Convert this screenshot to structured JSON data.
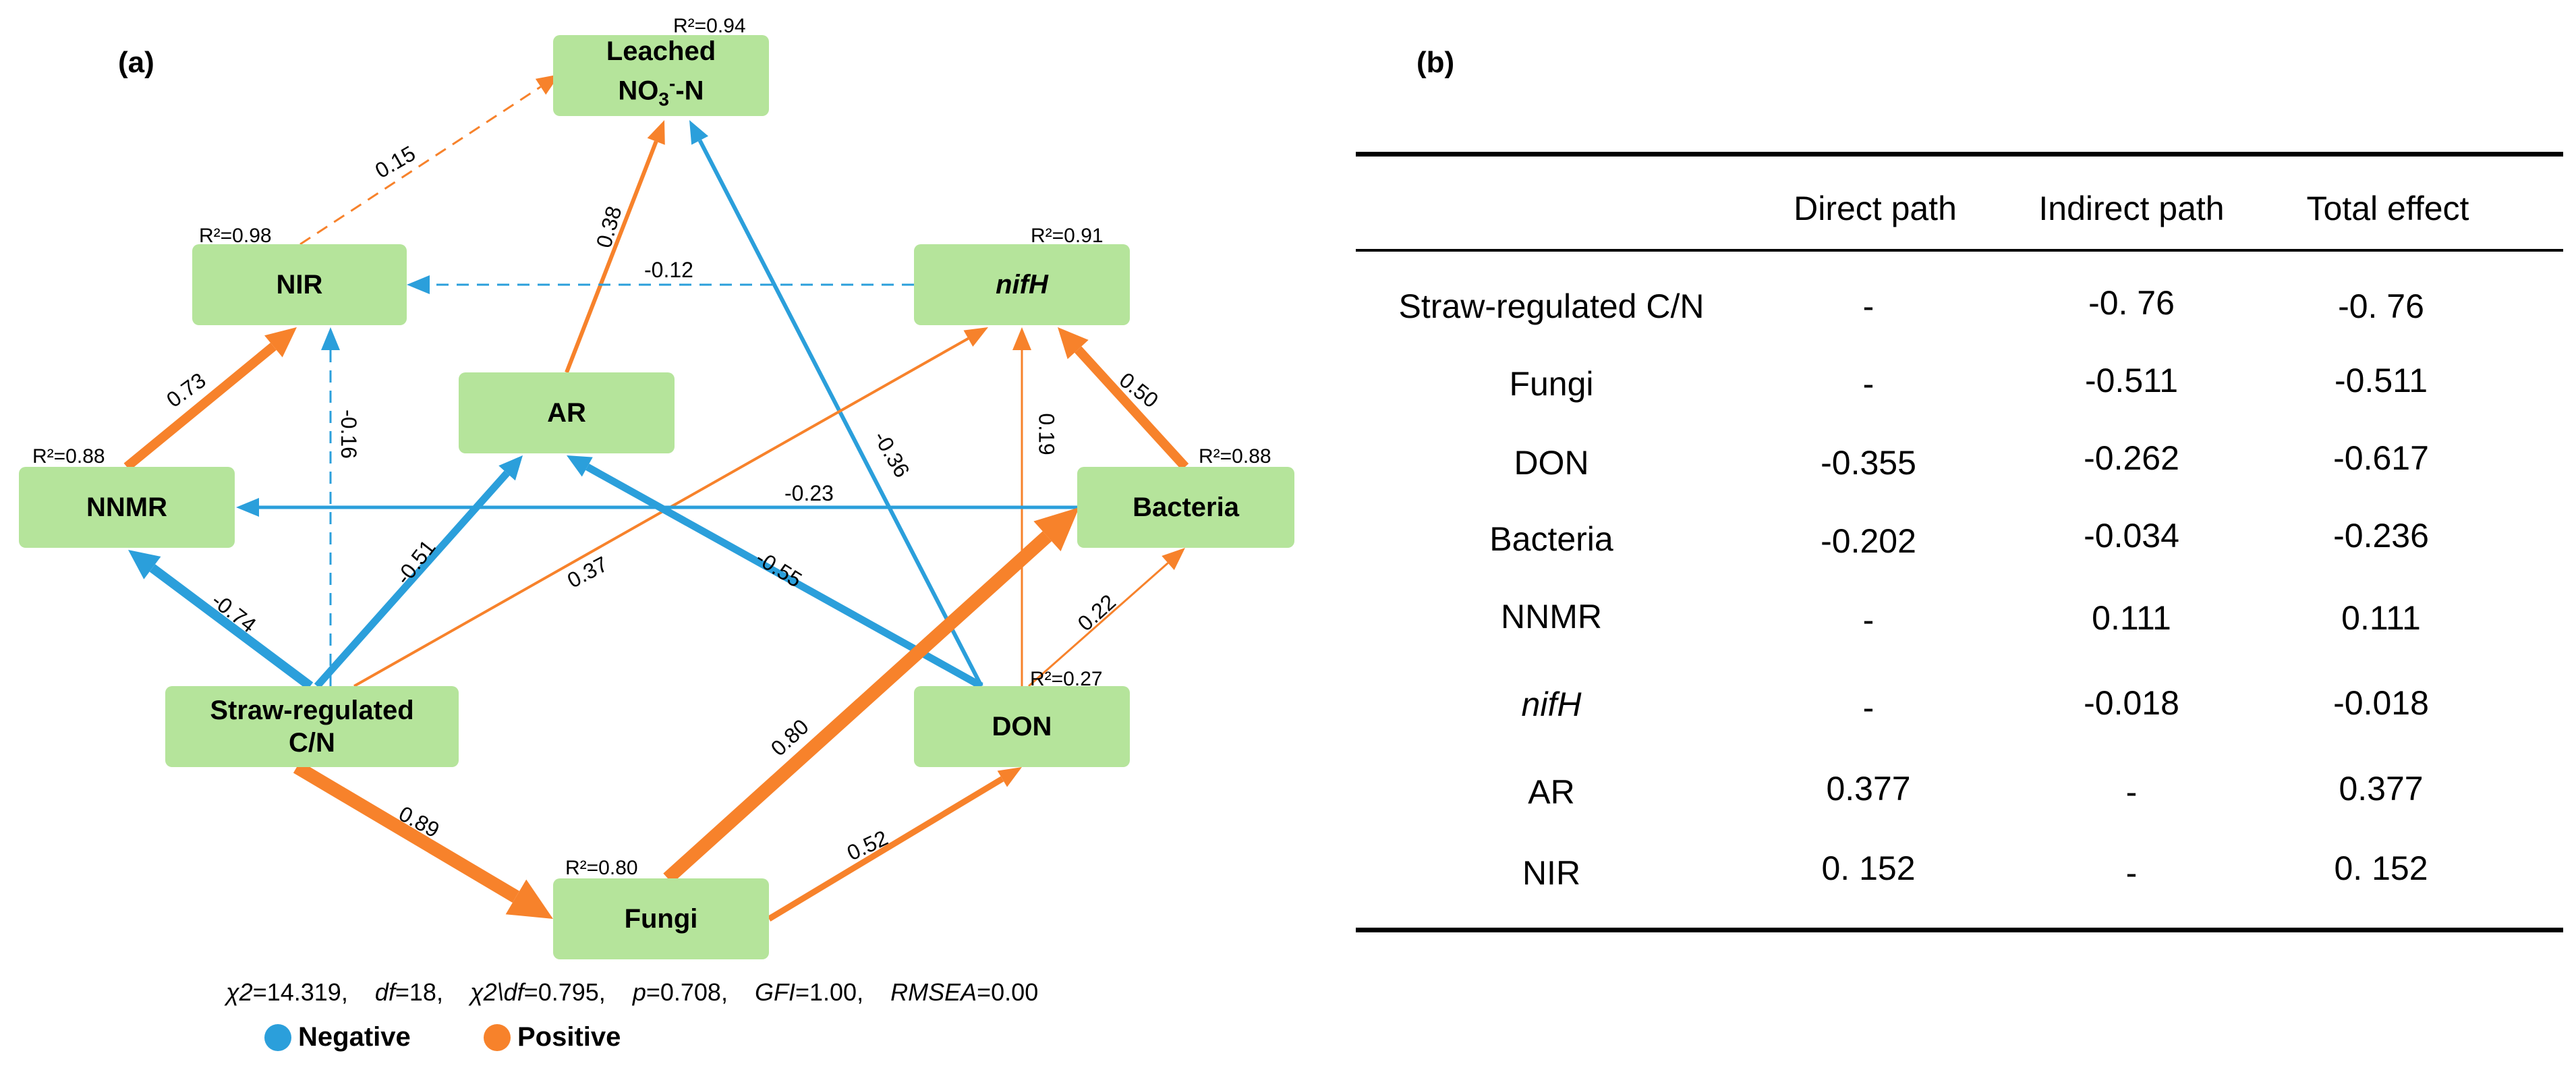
{
  "panel_a_label": "(a)",
  "panel_b_label": "(b)",
  "diagram": {
    "nodes": {
      "leached": {
        "line1": "Leached",
        "line2_main": "NO",
        "line2_sub": "3",
        "line2_sup": "-",
        "line2_rest": "-N"
      },
      "nir": "NIR",
      "nifh": "nifH",
      "ar": "AR",
      "nnmr": "NNMR",
      "bacteria": "Bacteria",
      "straw": {
        "line1": "Straw-regulated",
        "line2": "C/N"
      },
      "don": "DON",
      "fungi": "Fungi"
    },
    "r2": {
      "leached": "R²=0.94",
      "nir": "R²=0.98",
      "nifh": "R²=0.91",
      "nnmr": "R²=0.88",
      "bacteria": "R²=0.88",
      "don": "R²=0.27",
      "fungi": "R²=0.80"
    },
    "paths": [
      {
        "from": "nir",
        "to": "leached",
        "coef": "0.15",
        "sign": "positive",
        "style": "dashed"
      },
      {
        "from": "ar",
        "to": "leached",
        "coef": "0.38",
        "sign": "positive",
        "style": "solid"
      },
      {
        "from": "don",
        "to": "leached",
        "coef": "-0.36",
        "sign": "negative",
        "style": "solid"
      },
      {
        "from": "nifh",
        "to": "nir",
        "coef": "-0.12",
        "sign": "negative",
        "style": "dashed"
      },
      {
        "from": "nnmr",
        "to": "nir",
        "coef": "0.73",
        "sign": "positive",
        "style": "solid"
      },
      {
        "from": "straw",
        "to": "nir",
        "coef": "-0.16",
        "sign": "negative",
        "style": "dashed"
      },
      {
        "from": "bacteria",
        "to": "nifh",
        "coef": "0.50",
        "sign": "positive",
        "style": "solid"
      },
      {
        "from": "don",
        "to": "nifh",
        "coef": "0.19",
        "sign": "positive",
        "style": "solid"
      },
      {
        "from": "straw",
        "to": "nifh",
        "coef": "0.37",
        "sign": "positive",
        "style": "solid"
      },
      {
        "from": "bacteria",
        "to": "nnmr",
        "coef": "-0.23",
        "sign": "negative",
        "style": "solid"
      },
      {
        "from": "straw",
        "to": "ar",
        "coef": "-0.51",
        "sign": "negative",
        "style": "solid"
      },
      {
        "from": "don",
        "to": "ar",
        "coef": "-0.55",
        "sign": "negative",
        "style": "solid"
      },
      {
        "from": "straw",
        "to": "nnmr",
        "coef": "-0.74",
        "sign": "negative",
        "style": "solid"
      },
      {
        "from": "don",
        "to": "bacteria",
        "coef": "0.22",
        "sign": "positive",
        "style": "solid"
      },
      {
        "from": "fungi",
        "to": "bacteria",
        "coef": "0.80",
        "sign": "positive",
        "style": "solid"
      },
      {
        "from": "straw",
        "to": "fungi",
        "coef": "0.89",
        "sign": "positive",
        "style": "solid"
      },
      {
        "from": "fungi",
        "to": "don",
        "coef": "0.52",
        "sign": "positive",
        "style": "solid"
      }
    ],
    "colors": {
      "negative": "#2b9fdb",
      "positive": "#f7822b",
      "node_fill": "#b5e49b"
    },
    "fit": {
      "chi2_label": "χ2",
      "chi2_value": "=14.319,",
      "df_label": "df",
      "df_value": "=18,",
      "ratio_label": "χ2\\df",
      "ratio_value": "=0.795,",
      "p_label": "p",
      "p_value": "=0.708,",
      "gfi_label": "GFI",
      "gfi_value": "=1.00,",
      "rmsea_label": "RMSEA",
      "rmsea_value": "=0.00"
    },
    "legend": {
      "negative": "Negative",
      "positive": "Positive"
    }
  },
  "table": {
    "headers": [
      "",
      "Direct path",
      "Indirect path",
      "Total effect"
    ],
    "rows": [
      {
        "factor": "Straw-regulated C/N",
        "direct": "-",
        "indirect": "-0. 76",
        "total": "-0. 76"
      },
      {
        "factor": "Fungi",
        "direct": "-",
        "indirect": "-0.511",
        "total": "-0.511"
      },
      {
        "factor": "DON",
        "direct": "-0.355",
        "indirect": "-0.262",
        "total": "-0.617"
      },
      {
        "factor": "Bacteria",
        "direct": "-0.202",
        "indirect": "-0.034",
        "total": "-0.236"
      },
      {
        "factor": "NNMR",
        "direct": "-",
        "indirect": "0.111",
        "total": "0.111"
      },
      {
        "factor": "nifH",
        "direct": "-",
        "indirect": "-0.018",
        "total": "-0.018",
        "italic": true
      },
      {
        "factor": "AR",
        "direct": "0.377",
        "indirect": "-",
        "total": "0.377"
      },
      {
        "factor": "NIR",
        "direct": "0. 152",
        "indirect": "-",
        "total": "0. 152"
      }
    ]
  }
}
